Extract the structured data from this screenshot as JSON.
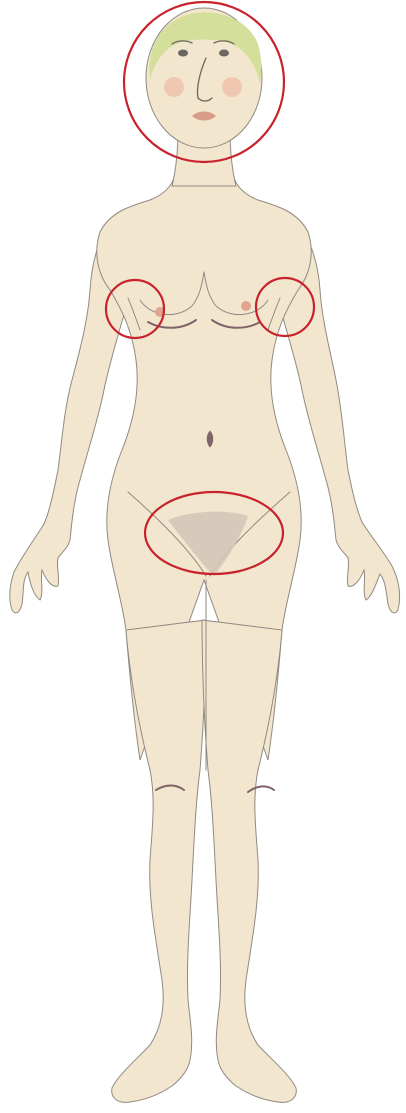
{
  "figure": {
    "subject": "body-figure",
    "colors": {
      "skin": "#f3e6cf",
      "skin_shadow": "#e8d7bb",
      "outline": "#8f8a82",
      "hair": "#d4df9c",
      "cheek": "#efc2ad",
      "lip": "#d99c86",
      "nipple": "#e2a48f",
      "pubic_hair": "#d3c8b7",
      "fold": "#7f6468",
      "eye": "#6c6660",
      "highlight_circle": "#c8232c"
    },
    "highlights": [
      {
        "region": "head",
        "label": ""
      },
      {
        "region": "left-armpit",
        "label": ""
      },
      {
        "region": "right-armpit",
        "label": ""
      },
      {
        "region": "pubic-area",
        "label": ""
      }
    ]
  }
}
